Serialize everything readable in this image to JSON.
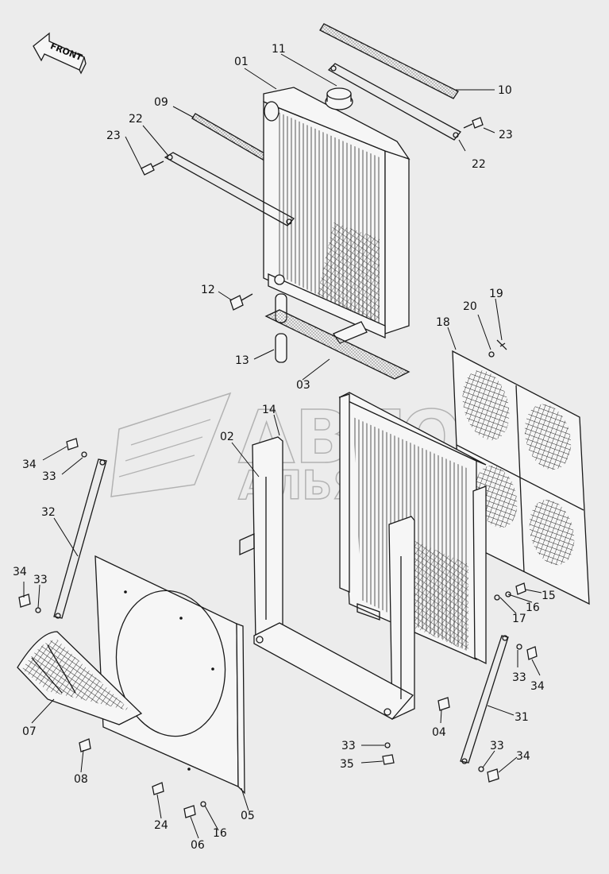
{
  "diagram": {
    "direction_label": "FRONT",
    "watermark": {
      "line1": "АВТО",
      "line2": "АЛЬЯНС"
    },
    "callouts": [
      {
        "id": "c01",
        "text": "01"
      },
      {
        "id": "c11",
        "text": "11"
      },
      {
        "id": "c10",
        "text": "10"
      },
      {
        "id": "c09",
        "text": "09"
      },
      {
        "id": "c22a",
        "text": "22"
      },
      {
        "id": "c23a",
        "text": "23"
      },
      {
        "id": "c23b",
        "text": "23"
      },
      {
        "id": "c22b",
        "text": "22"
      },
      {
        "id": "c12",
        "text": "12"
      },
      {
        "id": "c13",
        "text": "13"
      },
      {
        "id": "c03",
        "text": "03"
      },
      {
        "id": "c18",
        "text": "18"
      },
      {
        "id": "c20",
        "text": "20"
      },
      {
        "id": "c19",
        "text": "19"
      },
      {
        "id": "c14",
        "text": "14"
      },
      {
        "id": "c02",
        "text": "02"
      },
      {
        "id": "c34a",
        "text": "34"
      },
      {
        "id": "c33a",
        "text": "33"
      },
      {
        "id": "c32",
        "text": "32"
      },
      {
        "id": "c34b",
        "text": "34"
      },
      {
        "id": "c33b",
        "text": "33"
      },
      {
        "id": "c15",
        "text": "15"
      },
      {
        "id": "c17",
        "text": "17"
      },
      {
        "id": "c16a",
        "text": "16"
      },
      {
        "id": "c33c",
        "text": "33"
      },
      {
        "id": "c34c",
        "text": "34"
      },
      {
        "id": "c07",
        "text": "07"
      },
      {
        "id": "c04",
        "text": "04"
      },
      {
        "id": "c31",
        "text": "31"
      },
      {
        "id": "c08",
        "text": "08"
      },
      {
        "id": "c33d",
        "text": "33"
      },
      {
        "id": "c35",
        "text": "35"
      },
      {
        "id": "c33e",
        "text": "33"
      },
      {
        "id": "c34d",
        "text": "34"
      },
      {
        "id": "c24",
        "text": "24"
      },
      {
        "id": "c05",
        "text": "05"
      },
      {
        "id": "c16b",
        "text": "16"
      },
      {
        "id": "c06",
        "text": "06"
      }
    ]
  }
}
